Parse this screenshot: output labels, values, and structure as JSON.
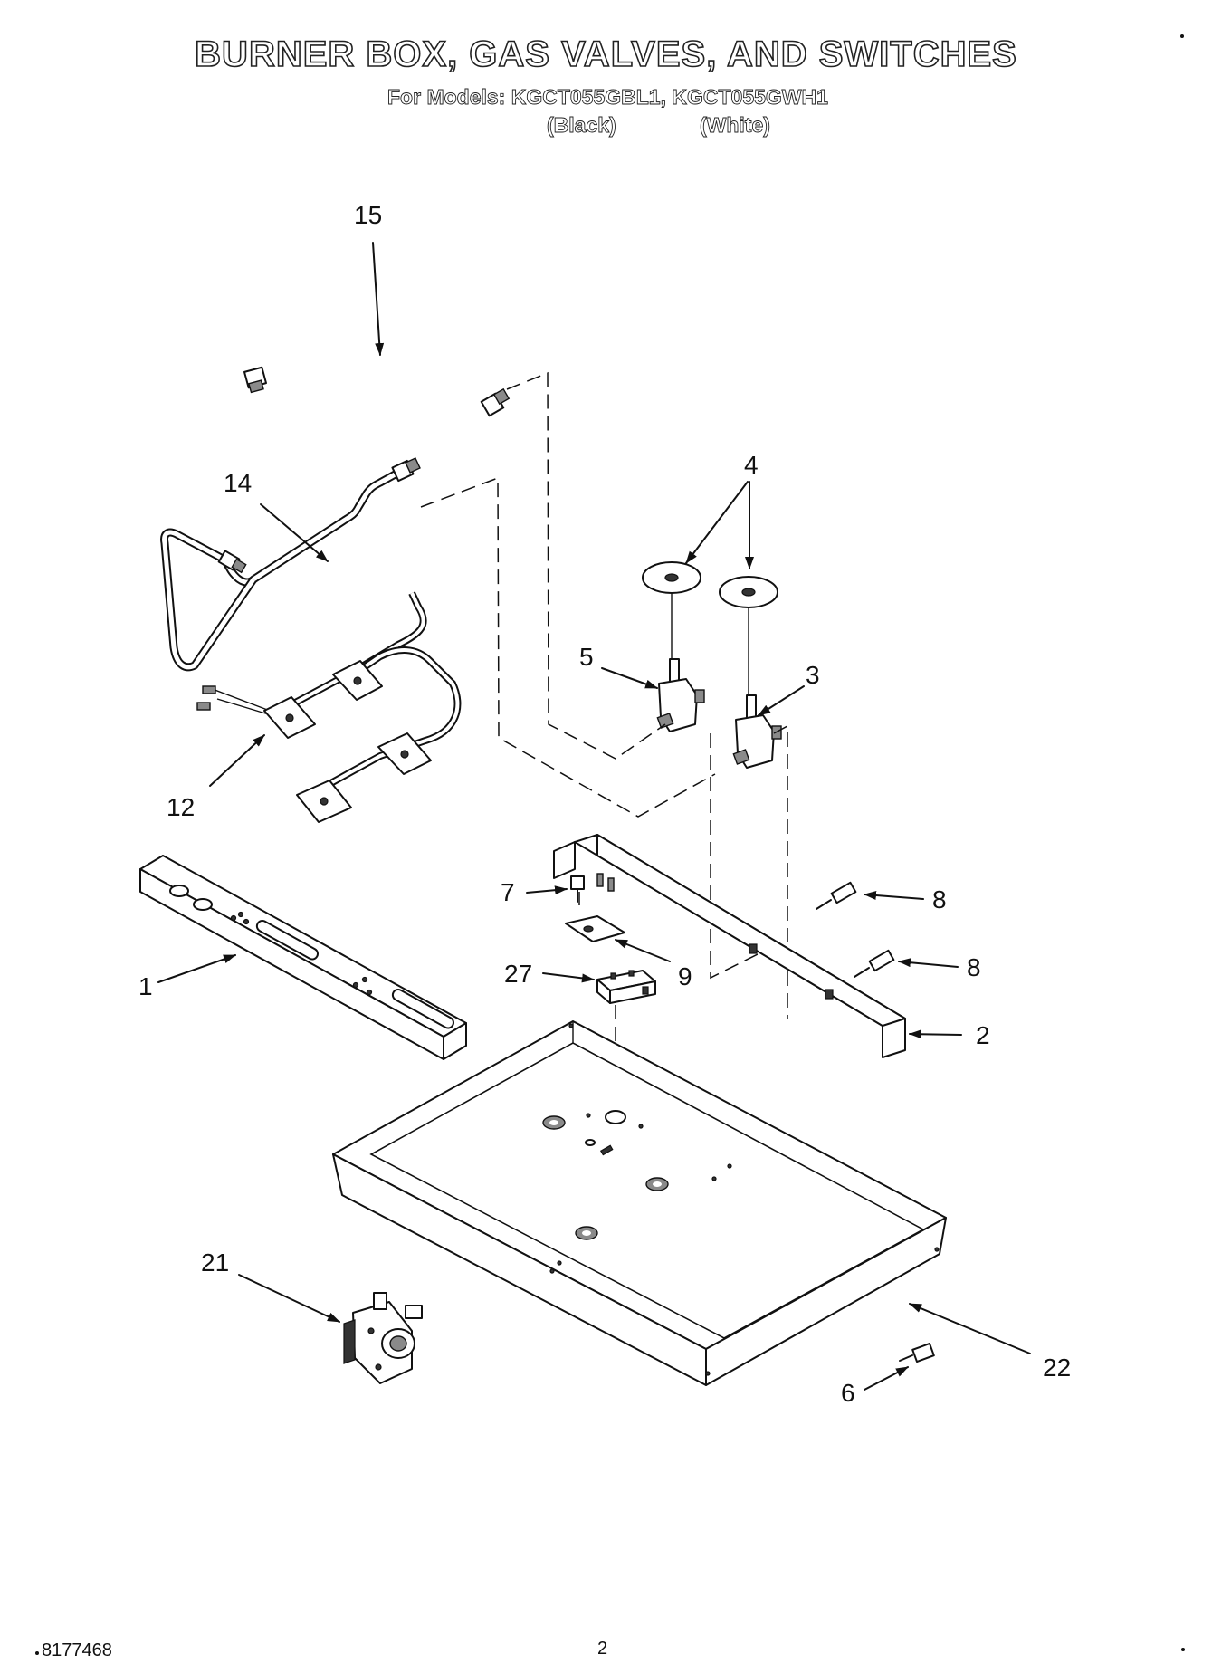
{
  "header": {
    "title": "BURNER BOX, GAS VALVES, AND SWITCHES",
    "models_line": "For Models: KGCT055GBL1, KGCT055GWH1",
    "variant_black": "(Black)",
    "variant_white": "(White)"
  },
  "callouts": {
    "c15": "15",
    "c14": "14",
    "c4": "4",
    "c5": "5",
    "c3": "3",
    "c12": "12",
    "c7": "7",
    "c8a": "8",
    "c8b": "8",
    "c27": "27",
    "c9": "9",
    "c1": "1",
    "c2": "2",
    "c21": "21",
    "c22": "22",
    "c6": "6"
  },
  "footer": {
    "part_number": "8177468",
    "page_number": "2"
  }
}
